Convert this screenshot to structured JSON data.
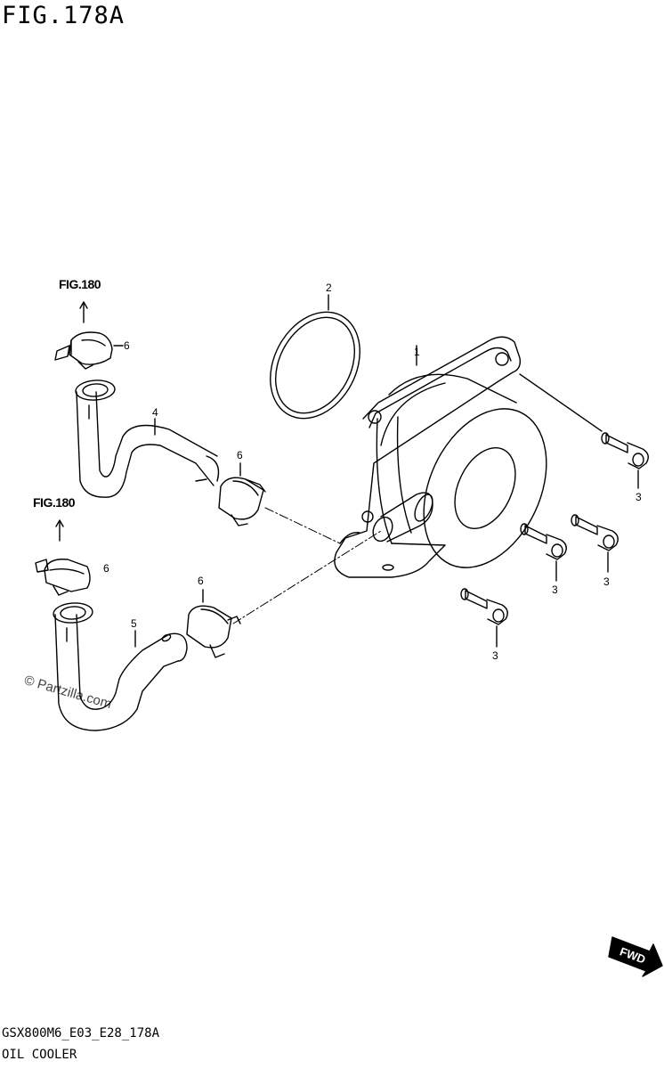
{
  "figure": {
    "title": "FIG.178A",
    "model_code": "GSX800M6_E03_E28_178A",
    "name": "OIL COOLER"
  },
  "references": [
    {
      "label": "FIG.180"
    },
    {
      "label": "FIG.180"
    }
  ],
  "callouts": [
    {
      "part": "1"
    },
    {
      "part": "2"
    },
    {
      "part": "3"
    },
    {
      "part": "3"
    },
    {
      "part": "3"
    },
    {
      "part": "3"
    },
    {
      "part": "4"
    },
    {
      "part": "5"
    },
    {
      "part": "6"
    },
    {
      "part": "6"
    },
    {
      "part": "6"
    },
    {
      "part": "6"
    }
  ],
  "fwd_label": "FWD",
  "watermark": "© Partzilla.com"
}
